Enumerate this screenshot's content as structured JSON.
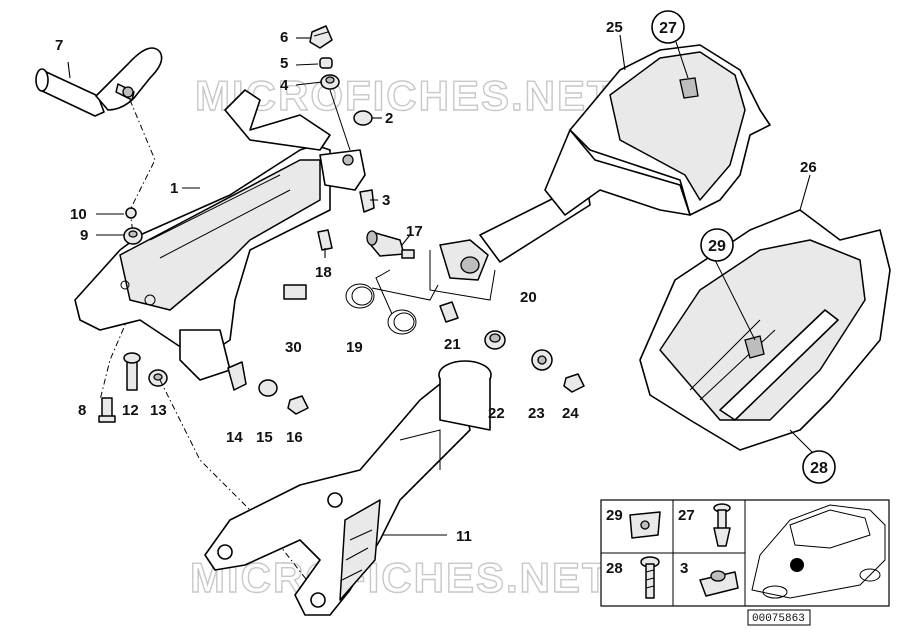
{
  "watermark": "MICROFICHES.NET",
  "callouts": {
    "c1": "1",
    "c2": "2",
    "c3": "3",
    "c4": "4",
    "c5": "5",
    "c6": "6",
    "c7": "7",
    "c8": "8",
    "c9": "9",
    "c10": "10",
    "c11": "11",
    "c12": "12",
    "c13": "13",
    "c14": "14",
    "c15": "15",
    "c16": "16",
    "c17": "17",
    "c18": "18",
    "c19": "19",
    "c20": "20",
    "c21": "21",
    "c22": "22",
    "c23": "23",
    "c24": "24",
    "c25": "25",
    "c26": "26",
    "c27": "27",
    "c28": "28",
    "c29": "29",
    "c30": "30"
  },
  "inset": {
    "cells": [
      "29",
      "27",
      "28",
      "3"
    ],
    "diagram_code": "00075863"
  }
}
